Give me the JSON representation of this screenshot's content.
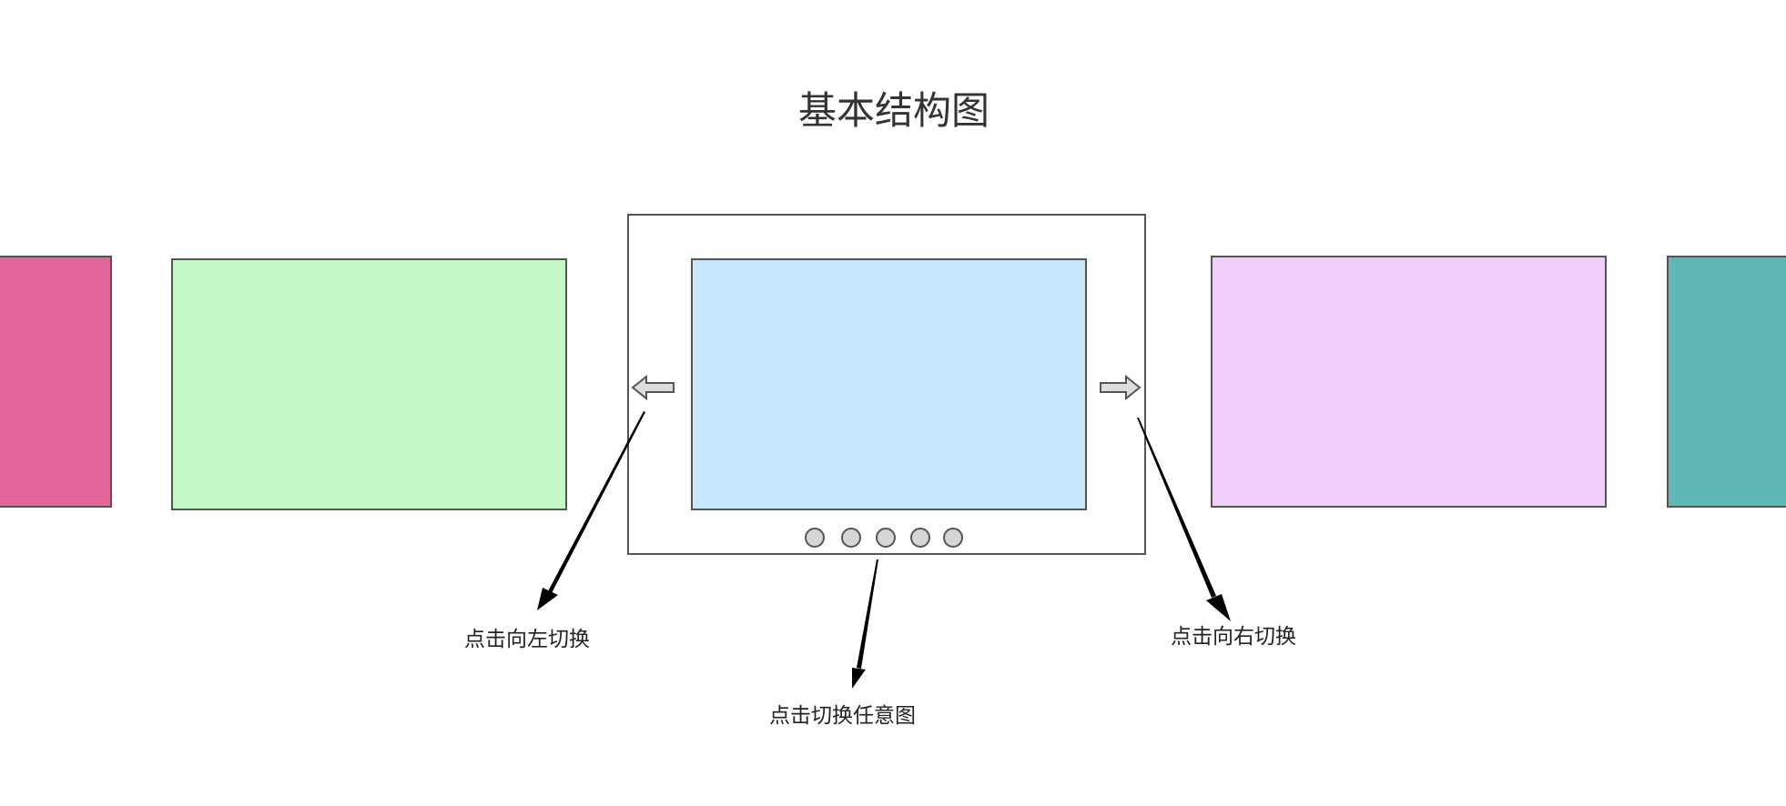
{
  "diagram": {
    "title": "基本结构图",
    "captions": {
      "left": "点击向左切换",
      "center": "点击切换任意图",
      "right": "点击向右切换"
    },
    "dots_count": 5,
    "colors": {
      "slide_far_left": "#e26699",
      "slide_left": "#c6f7c9",
      "slide_center": "#c8e7fc",
      "slide_right": "#f0d0f8",
      "slide_far_right": "#5fb8b6",
      "border": "#555555",
      "arrow_button_fill": "#dddddd",
      "dot_fill": "#d6d6d6",
      "pointer": "#000000"
    }
  }
}
